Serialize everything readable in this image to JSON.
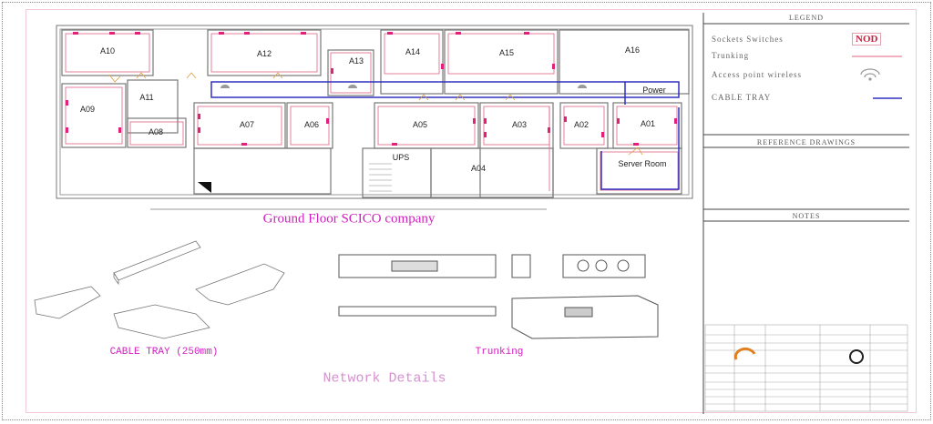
{
  "plan": {
    "title": "Ground Floor SCICO company",
    "rooms": {
      "a10": "A10",
      "a12": "A12",
      "a13": "A13",
      "a14": "A14",
      "a15": "A15",
      "a16": "A16",
      "a09": "A09",
      "a11": "A11",
      "a08": "A08",
      "a07": "A07",
      "a06": "A06",
      "a05": "A05",
      "a03": "A03",
      "a02": "A02",
      "a01": "A01",
      "a04": "A04",
      "ups": "UPS",
      "power": "Power",
      "server": "Server Room"
    }
  },
  "details": {
    "cable_tray_label": "CABLE TRAY (250mm)",
    "trunking_label": "Trunking",
    "section_title": "Network Details"
  },
  "legend": {
    "title": "LEGEND",
    "sockets": "Sockets Switches",
    "nod": "NOD",
    "trunking": "Trunking",
    "access_point": "Access point wireless",
    "cable_tray": "CABLE TRAY",
    "reference": "REFERENCE DRAWINGS",
    "notes": "NOTES"
  },
  "colors": {
    "trunking": "#e06080",
    "tray": "#3030c0",
    "title": "#d020c0"
  }
}
